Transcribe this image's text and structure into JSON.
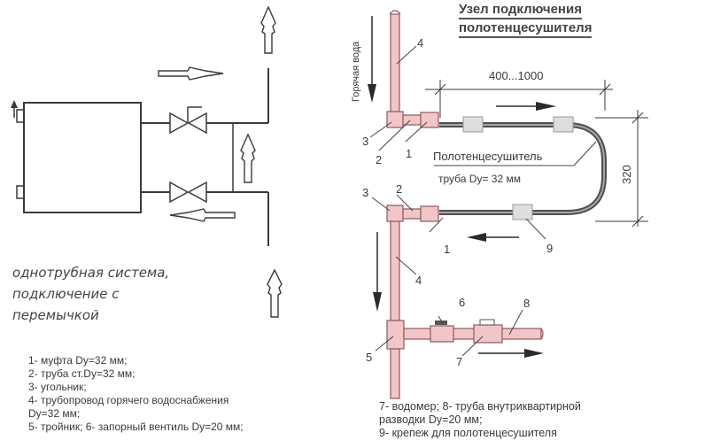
{
  "title": {
    "line1": "Узел подключения",
    "line2": "полотенцесушителя"
  },
  "left_caption": {
    "lines": [
      "однотрубная система,",
      "подключение с",
      "перемычкой"
    ]
  },
  "labels": {
    "hot_water": "Горячая вода",
    "width_dim": "400...1000",
    "height_dim": "320",
    "towel_dryer": "Полотенцесушитель",
    "pipe_spec": "труба Dy= 32 мм"
  },
  "callouts": {
    "c1_top": "1",
    "c2_top": "2",
    "c3_top": "3",
    "c4_top": "4",
    "c1_bottom": "1",
    "c2_bottom": "2",
    "c3_bottom": "3",
    "c4_bottom": "4",
    "c5": "5",
    "c6": "6",
    "c7": "7",
    "c8": "8",
    "c9": "9"
  },
  "legend_left": [
    "1- муфта Dy=32 мм;",
    "2- труба ст.Dy=32 мм;",
    "3- угольник;",
    "4- трубопровод горячего водоснабжения",
    "Dy=32 мм;",
    "5- тройник; 6- запорный вентиль Dy=20 мм;"
  ],
  "legend_right": [
    "7- водомер; 8- труба внутриквартирной",
    "разводки Dy=20 мм;",
    "9- крепеж для полотенцесушителя"
  ],
  "colors": {
    "pipe_fill": "#f2c6c9",
    "pipe_stroke": "#8a5a5e",
    "dryer_pipe": "#6d6d6d",
    "line": "#3a3a3a"
  }
}
